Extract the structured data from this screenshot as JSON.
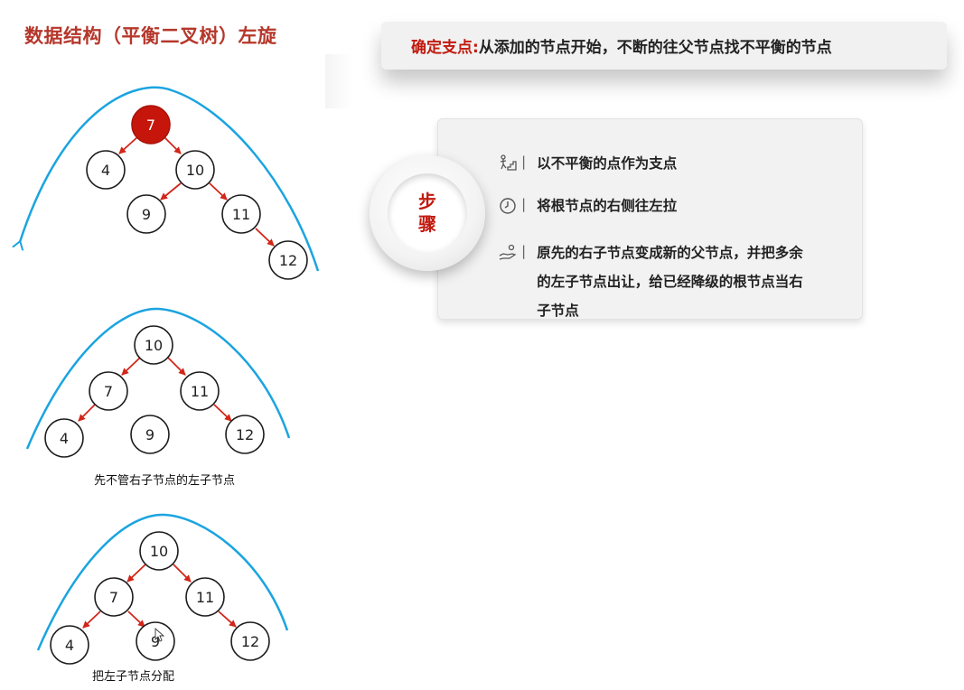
{
  "title": "数据结构（平衡二叉树）左旋",
  "banner": {
    "label": "确定支点:",
    "text": "从添加的节点开始，不断的往父节点找不平衡的节点"
  },
  "badge": {
    "line1": "步",
    "line2": "骤"
  },
  "steps": [
    {
      "icon": "person-stairs-icon",
      "text": "以不平衡的点作为支点"
    },
    {
      "icon": "clock-icon",
      "text": "将根节点的右侧往左拉"
    },
    {
      "icon": "hand-coin-icon",
      "text": "原先的右子节点变成新的父节点，并把多余的左子节点出让，给已经降级的根节点当右子节点"
    }
  ],
  "diagrams": [
    {
      "caption": "",
      "nodes": [
        {
          "label": "7",
          "root": true
        },
        {
          "label": "4"
        },
        {
          "label": "10"
        },
        {
          "label": "9"
        },
        {
          "label": "11"
        },
        {
          "label": "12"
        }
      ]
    },
    {
      "caption": "先不管右子节点的左子节点",
      "nodes": [
        {
          "label": "10"
        },
        {
          "label": "7"
        },
        {
          "label": "11"
        },
        {
          "label": "4"
        },
        {
          "label": "9"
        },
        {
          "label": "12"
        }
      ]
    },
    {
      "caption": "把左子节点分配",
      "nodes": [
        {
          "label": "10"
        },
        {
          "label": "7"
        },
        {
          "label": "11"
        },
        {
          "label": "4"
        },
        {
          "label": "9"
        },
        {
          "label": "12"
        }
      ]
    }
  ],
  "colors": {
    "accent": "#c11a0f",
    "curve": "#1ba4e0",
    "edge": "#d2261a",
    "title": "#b5372b"
  }
}
